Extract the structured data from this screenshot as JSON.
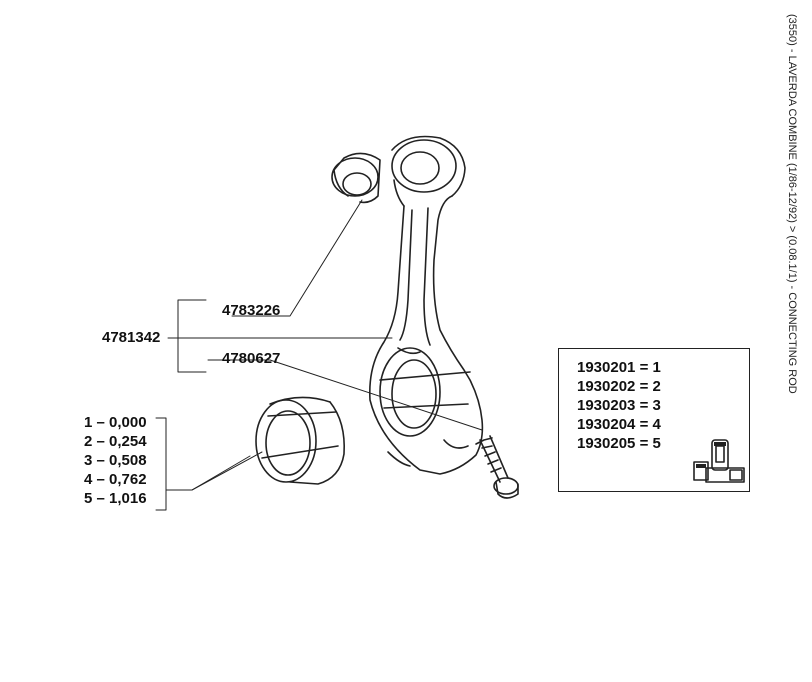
{
  "side_title": "(3550) - LAVERDA COMBINE (1/86-12/92) > (0.08.1/1) - CONNECTING ROD",
  "parts": {
    "assembly": "4781342",
    "small_end_bush": "4783226",
    "bolt": "4780627"
  },
  "bearing_sizes": [
    {
      "num": "1",
      "value": "0,000"
    },
    {
      "num": "2",
      "value": "0,254"
    },
    {
      "num": "3",
      "value": "0,508"
    },
    {
      "num": "4",
      "value": "0,762"
    },
    {
      "num": "5",
      "value": "1,016"
    }
  ],
  "kit_table": [
    {
      "code": "1930201",
      "eq": "=",
      "num": "1"
    },
    {
      "code": "1930202",
      "eq": "=",
      "num": "2"
    },
    {
      "code": "1930203",
      "eq": "=",
      "num": "3"
    },
    {
      "code": "1930204",
      "eq": "=",
      "num": "4"
    },
    {
      "code": "1930205",
      "eq": "=",
      "num": "5"
    }
  ]
}
